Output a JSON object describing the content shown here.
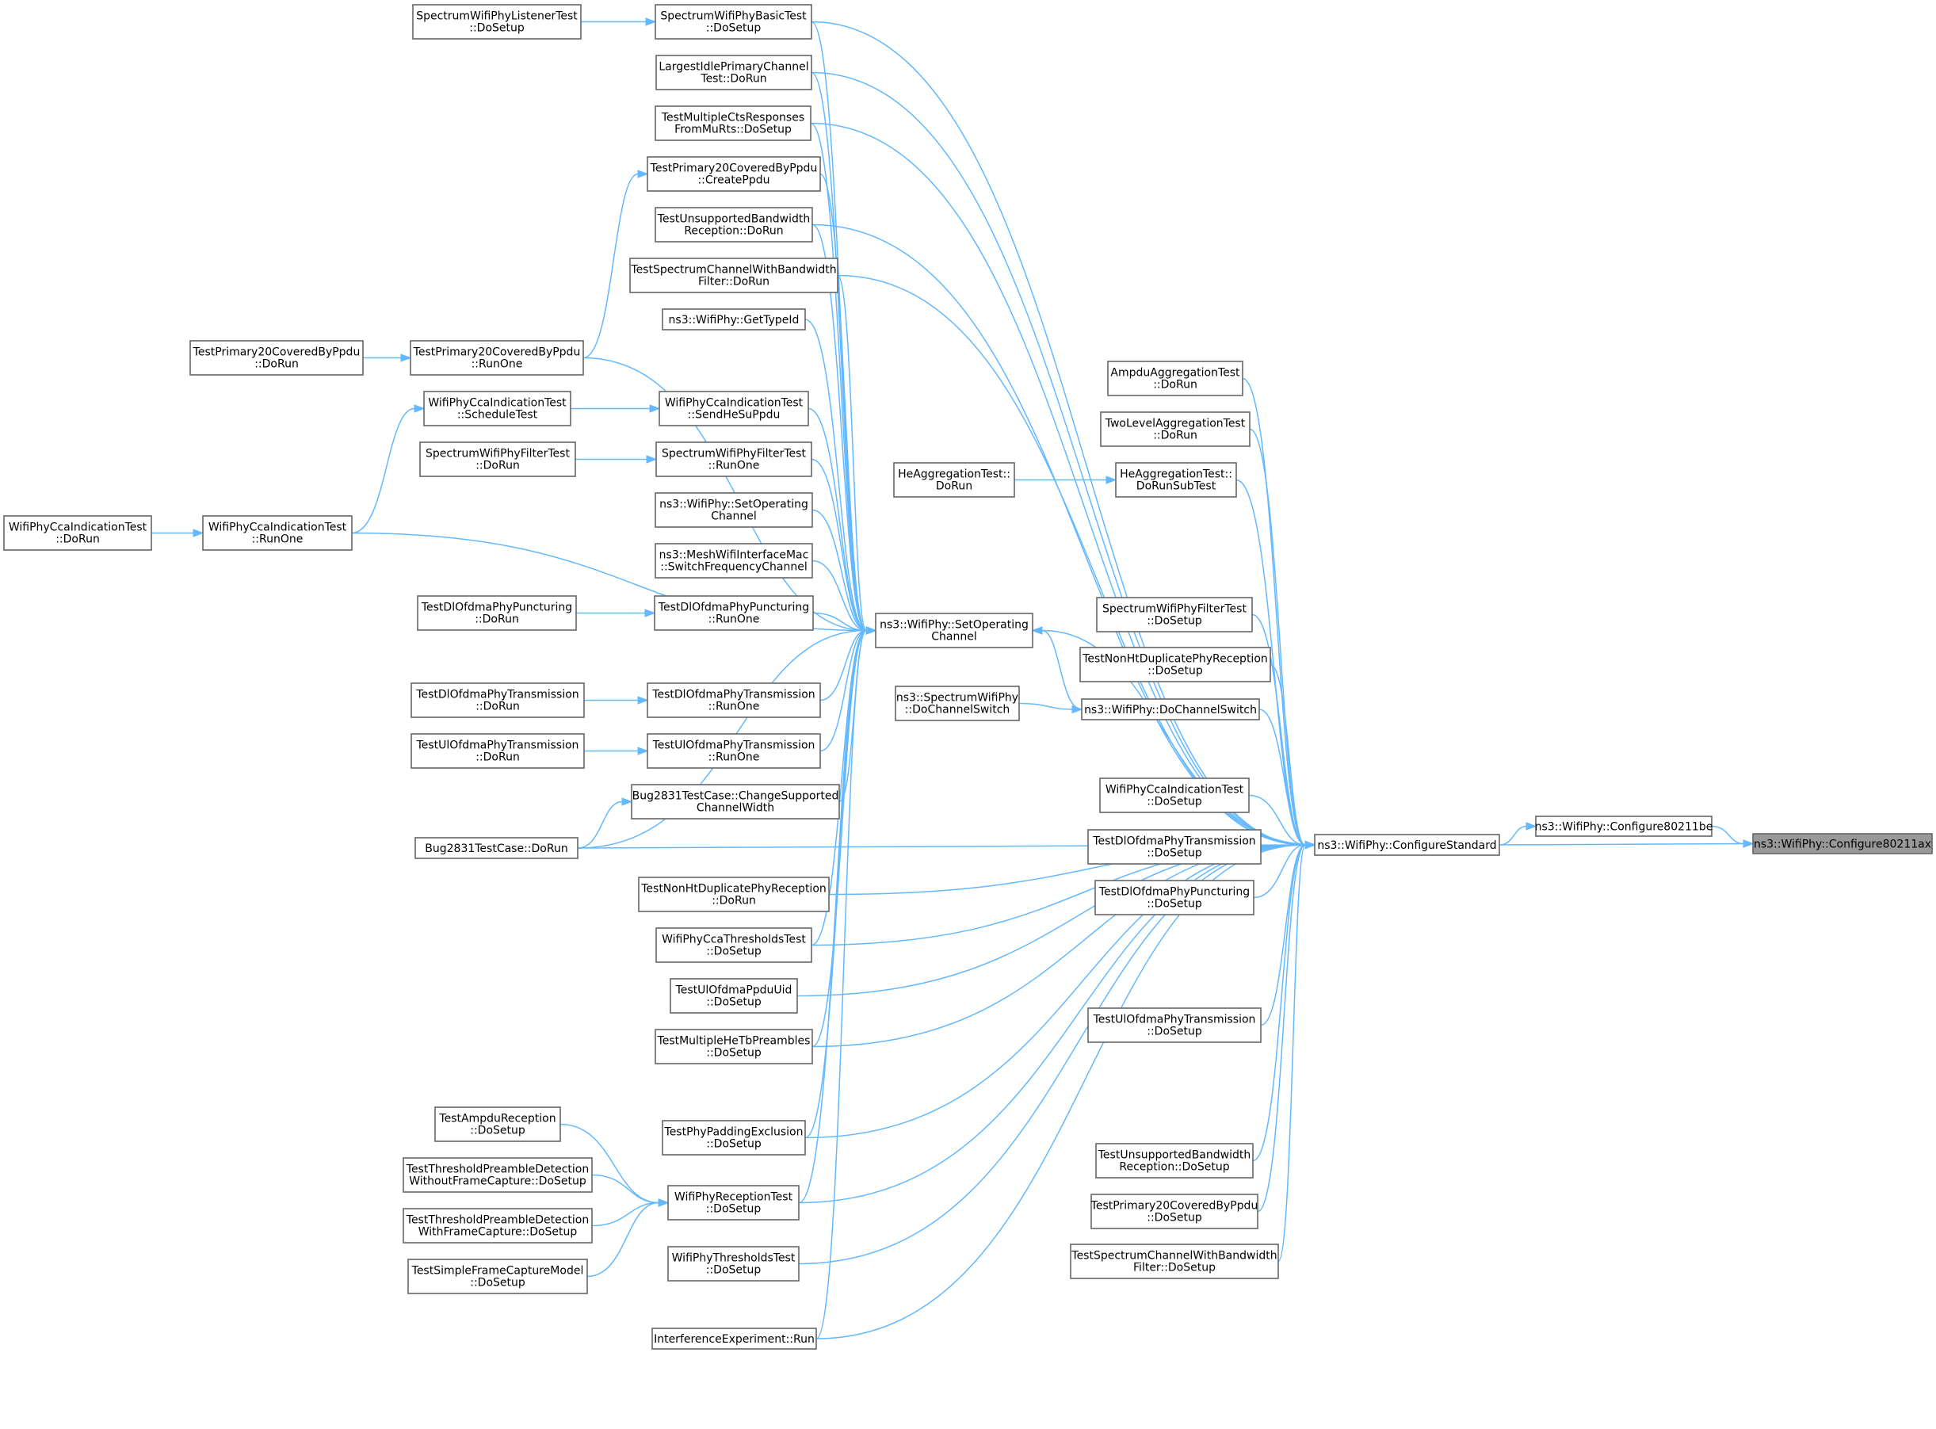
{
  "graph": {
    "colors": {
      "edge": "#63b8ff",
      "node_border": "#666666",
      "highlight_fill": "#999999"
    },
    "nodes": [
      {
        "id": "configure80211ax",
        "lines": [
          "ns3::WifiPhy::Configure80211ax"
        ],
        "highlight": true
      },
      {
        "id": "configure80211be",
        "lines": [
          "ns3::WifiPhy::Configure80211be"
        ]
      },
      {
        "id": "configureStandard",
        "lines": [
          "ns3::WifiPhy::ConfigureStandard"
        ]
      },
      {
        "id": "setOperatingChannel",
        "lines": [
          "ns3::WifiPhy::SetOperating",
          "Channel"
        ]
      },
      {
        "id": "doChannelSwitch",
        "lines": [
          "ns3::WifiPhy::DoChannelSwitch"
        ]
      },
      {
        "id": "spectrumDoChannelSwitch",
        "lines": [
          "ns3::SpectrumWifiPhy",
          "::DoChannelSwitch"
        ]
      },
      {
        "id": "ampduAggTest",
        "lines": [
          "AmpduAggregationTest",
          "::DoRun"
        ]
      },
      {
        "id": "twoLevelAgg",
        "lines": [
          "TwoLevelAggregationTest",
          "::DoRun"
        ]
      },
      {
        "id": "heAggSubTest",
        "lines": [
          "HeAggregationTest::",
          "DoRunSubTest"
        ]
      },
      {
        "id": "heAggDoRun",
        "lines": [
          "HeAggregationTest::",
          "DoRun"
        ]
      },
      {
        "id": "specFilterSetup",
        "lines": [
          "SpectrumWifiPhyFilterTest",
          "::DoSetup"
        ]
      },
      {
        "id": "nonHtDupSetup",
        "lines": [
          "TestNonHtDuplicatePhyReception",
          "::DoSetup"
        ]
      },
      {
        "id": "ccaIndSetup",
        "lines": [
          "WifiPhyCcaIndicationTest",
          "::DoSetup"
        ]
      },
      {
        "id": "dlTxSetup",
        "lines": [
          "TestDlOfdmaPhyTransmission",
          "::DoSetup"
        ]
      },
      {
        "id": "dlPuncSetup",
        "lines": [
          "TestDlOfdmaPhyPuncturing",
          "::DoSetup"
        ]
      },
      {
        "id": "ulTxSetup",
        "lines": [
          "TestUlOfdmaPhyTransmission",
          "::DoSetup"
        ]
      },
      {
        "id": "unsupBwSetup",
        "lines": [
          "TestUnsupportedBandwidth",
          "Reception::DoSetup"
        ]
      },
      {
        "id": "prim20Setup",
        "lines": [
          "TestPrimary20CoveredByPpdu",
          "::DoSetup"
        ]
      },
      {
        "id": "specChanBwSetup",
        "lines": [
          "TestSpectrumChannelWithBandwidth",
          "Filter::DoSetup"
        ]
      },
      {
        "id": "specBasicSetup",
        "lines": [
          "SpectrumWifiPhyBasicTest",
          "::DoSetup"
        ]
      },
      {
        "id": "specListenerSetup",
        "lines": [
          "SpectrumWifiPhyListenerTest",
          "::DoSetup"
        ]
      },
      {
        "id": "largestIdle",
        "lines": [
          "LargestIdlePrimaryChannel",
          "Test::DoRun"
        ]
      },
      {
        "id": "multiCts",
        "lines": [
          "TestMultipleCtsResponses",
          "FromMuRts::DoSetup"
        ]
      },
      {
        "id": "prim20Create",
        "lines": [
          "TestPrimary20CoveredByPpdu",
          "::CreatePpdu"
        ]
      },
      {
        "id": "unsupBwRun",
        "lines": [
          "TestUnsupportedBandwidth",
          "Reception::DoRun"
        ]
      },
      {
        "id": "specChanBwRun",
        "lines": [
          "TestSpectrumChannelWithBandwidth",
          "Filter::DoRun"
        ]
      },
      {
        "id": "getTypeId",
        "lines": [
          "ns3::WifiPhy::GetTypeId"
        ]
      },
      {
        "id": "prim20RunOne",
        "lines": [
          "TestPrimary20CoveredByPpdu",
          "::RunOne"
        ]
      },
      {
        "id": "prim20DoRun",
        "lines": [
          "TestPrimary20CoveredByPpdu",
          "::DoRun"
        ]
      },
      {
        "id": "ccaSched",
        "lines": [
          "WifiPhyCcaIndicationTest",
          "::ScheduleTest"
        ]
      },
      {
        "id": "ccaSendHeSu",
        "lines": [
          "WifiPhyCcaIndicationTest",
          "::SendHeSuPpdu"
        ]
      },
      {
        "id": "specFilterDoRun",
        "lines": [
          "SpectrumWifiPhyFilterTest",
          "::DoRun"
        ]
      },
      {
        "id": "specFilterRunOne",
        "lines": [
          "SpectrumWifiPhyFilterTest",
          "::RunOne"
        ]
      },
      {
        "id": "ccaRunOne",
        "lines": [
          "WifiPhyCcaIndicationTest",
          "::RunOne"
        ]
      },
      {
        "id": "ccaDoRun",
        "lines": [
          "WifiPhyCcaIndicationTest",
          "::DoRun"
        ]
      },
      {
        "id": "setOpChanDup",
        "lines": [
          "ns3::WifiPhy::SetOperating",
          "Channel"
        ]
      },
      {
        "id": "meshSwitch",
        "lines": [
          "ns3::MeshWifiInterfaceMac",
          "::SwitchFrequencyChannel"
        ]
      },
      {
        "id": "dlPuncDoRun",
        "lines": [
          "TestDlOfdmaPhyPuncturing",
          "::DoRun"
        ]
      },
      {
        "id": "dlPuncRunOne",
        "lines": [
          "TestDlOfdmaPhyPuncturing",
          "::RunOne"
        ]
      },
      {
        "id": "dlTxDoRun",
        "lines": [
          "TestDlOfdmaPhyTransmission",
          "::DoRun"
        ]
      },
      {
        "id": "dlTxRunOne",
        "lines": [
          "TestDlOfdmaPhyTransmission",
          "::RunOne"
        ]
      },
      {
        "id": "ulTxDoRun",
        "lines": [
          "TestUlOfdmaPhyTransmission",
          "::DoRun"
        ]
      },
      {
        "id": "ulTxRunOne",
        "lines": [
          "TestUlOfdmaPhyTransmission",
          "::RunOne"
        ]
      },
      {
        "id": "bugChange",
        "lines": [
          "Bug2831TestCase::ChangeSupported",
          "ChannelWidth"
        ]
      },
      {
        "id": "bugDoRun",
        "lines": [
          "Bug2831TestCase::DoRun"
        ]
      },
      {
        "id": "nonHtDupRun",
        "lines": [
          "TestNonHtDuplicatePhyReception",
          "::DoRun"
        ]
      },
      {
        "id": "ccaThrSetup",
        "lines": [
          "WifiPhyCcaThresholdsTest",
          "::DoSetup"
        ]
      },
      {
        "id": "ulPpduUid",
        "lines": [
          "TestUlOfdmaPpduUid",
          "::DoSetup"
        ]
      },
      {
        "id": "multiHeTb",
        "lines": [
          "TestMultipleHeTbPreambles",
          "::DoSetup"
        ]
      },
      {
        "id": "ampduRecSetup",
        "lines": [
          "TestAmpduReception",
          "::DoSetup"
        ]
      },
      {
        "id": "thrWithout",
        "lines": [
          "TestThresholdPreambleDetection",
          "WithoutFrameCapture::DoSetup"
        ]
      },
      {
        "id": "thrWith",
        "lines": [
          "TestThresholdPreambleDetection",
          "WithFrameCapture::DoSetup"
        ]
      },
      {
        "id": "simpleFrame",
        "lines": [
          "TestSimpleFrameCaptureModel",
          "::DoSetup"
        ]
      },
      {
        "id": "padExcl",
        "lines": [
          "TestPhyPaddingExclusion",
          "::DoSetup"
        ]
      },
      {
        "id": "recTestSetup",
        "lines": [
          "WifiPhyReceptionTest",
          "::DoSetup"
        ]
      },
      {
        "id": "thrTestSetup",
        "lines": [
          "WifiPhyThresholdsTest",
          "::DoSetup"
        ]
      },
      {
        "id": "interfRun",
        "lines": [
          "InterferenceExperiment::Run"
        ]
      }
    ]
  }
}
